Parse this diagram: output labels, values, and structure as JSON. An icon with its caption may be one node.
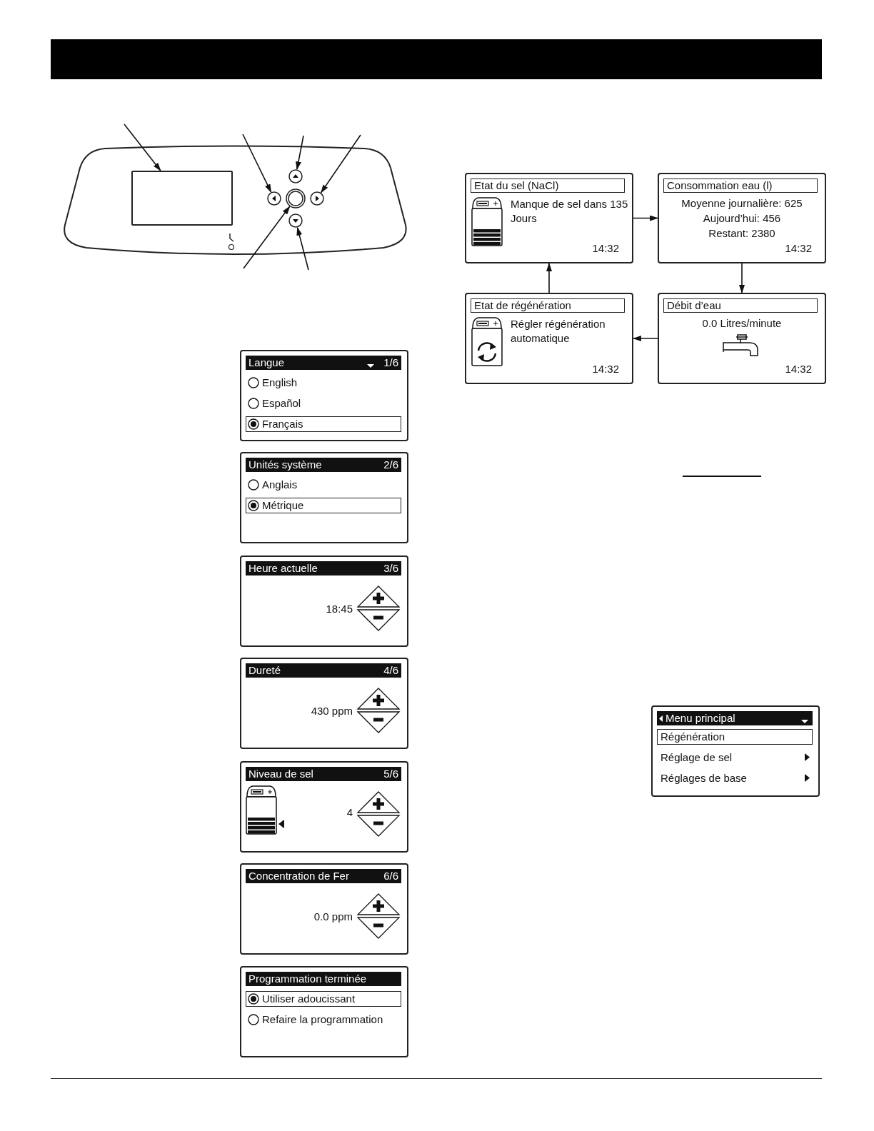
{
  "diagram": {
    "nodes": [
      {
        "text": [],
        "shape": "box"
      },
      {
        "text": [],
        "shape": "box",
        "in": 0
      },
      {
        "text": [],
        "shape": "circle",
        "in": 0
      },
      {
        "text": [],
        "shape": "circle",
        "in": 0
      },
      {
        "text": [],
        "shape": "circle",
        "in": 0
      },
      {
        "text": [],
        "shape": "circle",
        "in": 0
      },
      {
        "text": [],
        "shape": "circle",
        "in": 0
      },
      {
        "text": [
          "Etat du sel (NaCl)",
          "Manque de sel dans 135 Jours",
          "14:32"
        ]
      },
      {
        "text": [
          "Consommation eau (l)",
          "Moyenne journalière: 625",
          "Aujourd’hui: 456",
          "Restant: 2380",
          "14:32"
        ]
      },
      {
        "text": [
          "Etat de régénération",
          "Régler régénération automatique",
          "14:32"
        ]
      },
      {
        "text": [
          "Débit d’eau",
          "0.0 Litres/minute",
          "14:32"
        ]
      },
      {
        "text": [
          "Langue",
          "1/6",
          "English",
          "Español",
          "Français"
        ]
      },
      {
        "text": [
          "Unités système",
          "2/6",
          "Anglais",
          "Métrique"
        ]
      },
      {
        "text": [
          "Heure actuelle",
          "3/6",
          "18:45"
        ]
      },
      {
        "text": [
          "Dureté",
          "4/6",
          "430 ppm"
        ]
      },
      {
        "text": [
          "Niveau de sel",
          "5/6",
          "4"
        ]
      },
      {
        "text": [
          "Concentration de Fer",
          "6/6",
          "0.0 ppm"
        ]
      },
      {
        "text": [
          "Programmation terminée",
          "Utiliser adoucissant",
          "Refaire la programmation"
        ]
      },
      {
        "text": [
          "Menu principal",
          "Régénération",
          "Réglage de sel",
          "Réglages de base"
        ]
      }
    ],
    "edges": [
      {
        "from": null,
        "to": 1,
        "arrow": "to"
      },
      {
        "from": null,
        "to": 2,
        "arrow": "to"
      },
      {
        "from": null,
        "to": 3,
        "arrow": "to"
      },
      {
        "from": null,
        "to": 4,
        "arrow": "to"
      },
      {
        "from": null,
        "to": 5,
        "arrow": "to"
      },
      {
        "from": null,
        "to": 6,
        "arrow": "to"
      },
      {
        "from": 7,
        "to": 8,
        "arrow": "to"
      },
      {
        "from": 8,
        "to": 10,
        "arrow": "to"
      },
      {
        "from": 10,
        "to": 9,
        "arrow": "to"
      },
      {
        "from": 9,
        "to": 7,
        "arrow": "to"
      }
    ]
  }
}
